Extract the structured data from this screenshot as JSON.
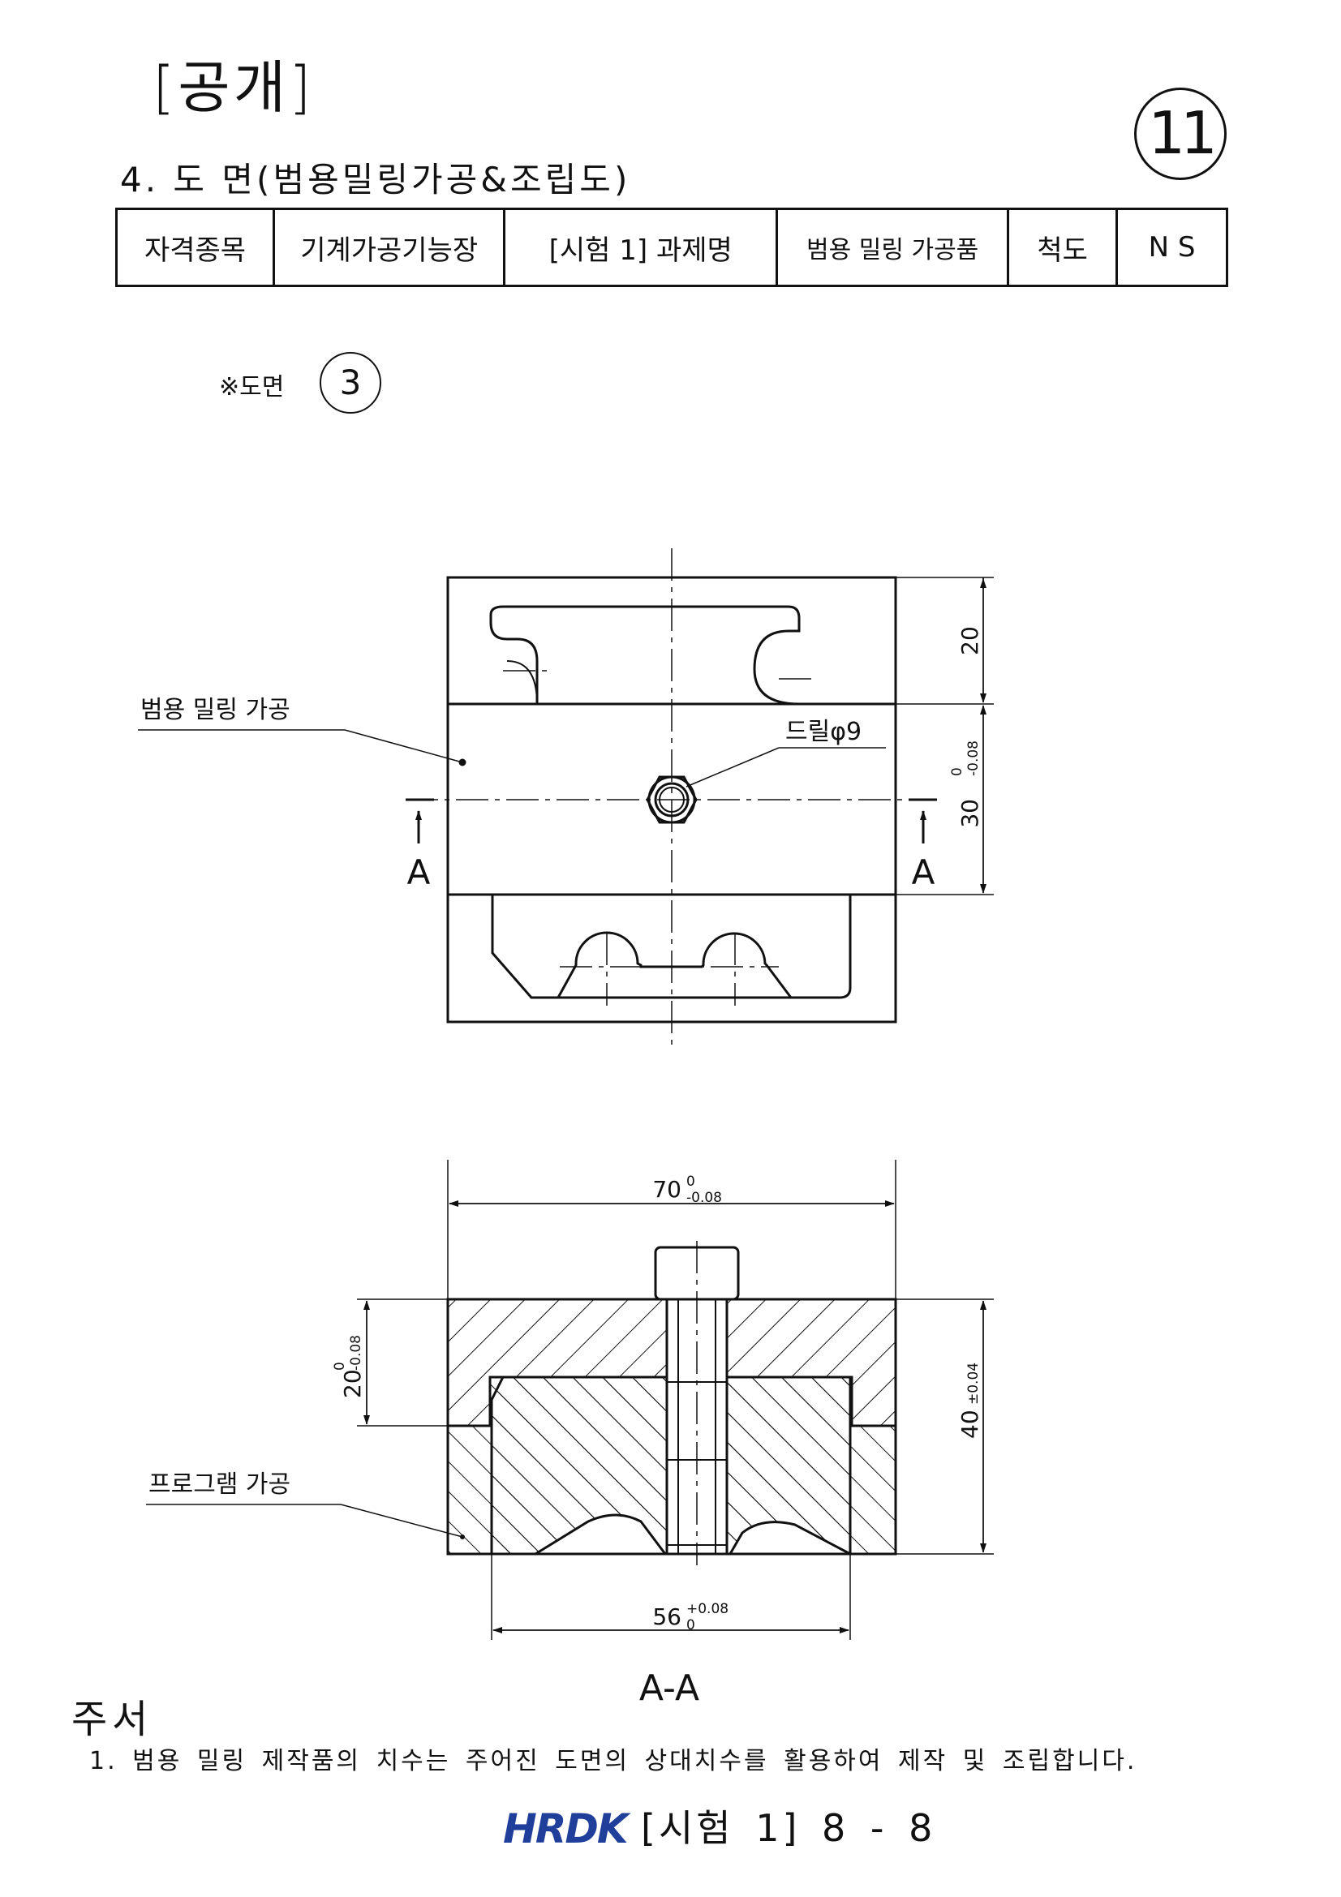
{
  "header": {
    "disclosure": "[공개]",
    "sheet_number": "11",
    "section_title": "4. 도 면(범용밀링가공&조립도)"
  },
  "info_table": {
    "field1_label": "자격종목",
    "field1_value": "기계가공기능장",
    "field2_label": "[시험 1] 과제명",
    "field2_value": "범용 밀링 가공품",
    "field3_label": "척도",
    "field3_value": "N S"
  },
  "drawing_ref": {
    "label": "※도면",
    "number": "3"
  },
  "top_view": {
    "label_milling": "범용 밀링 가공",
    "label_drill": "드릴φ9",
    "dim_top": "20",
    "dim_mid": "30",
    "dim_mid_tol_upper": "0",
    "dim_mid_tol_lower": "-0.08",
    "section_mark": "A"
  },
  "section_view": {
    "dim_width": "70",
    "dim_width_tol_upper": "0",
    "dim_width_tol_lower": "-0.08",
    "dim_left": "20",
    "dim_left_tol_upper": "0",
    "dim_left_tol_lower": "-0.08",
    "dim_height": "40",
    "dim_height_tol": "±0.04",
    "dim_bottom": "56",
    "dim_bottom_tol_upper": "+0.08",
    "dim_bottom_tol_lower": "0",
    "label_program": "프로그램 가공",
    "title": "A-A"
  },
  "notes": {
    "title": "주서",
    "items": [
      "1.  범용 밀링 제작품의 치수는 주어진 도면의 상대치수를 활용하여 제작 및 조립합니다."
    ]
  },
  "footer": {
    "logo": "HRDK",
    "page_label": "[시험 1] 8 - 8"
  }
}
